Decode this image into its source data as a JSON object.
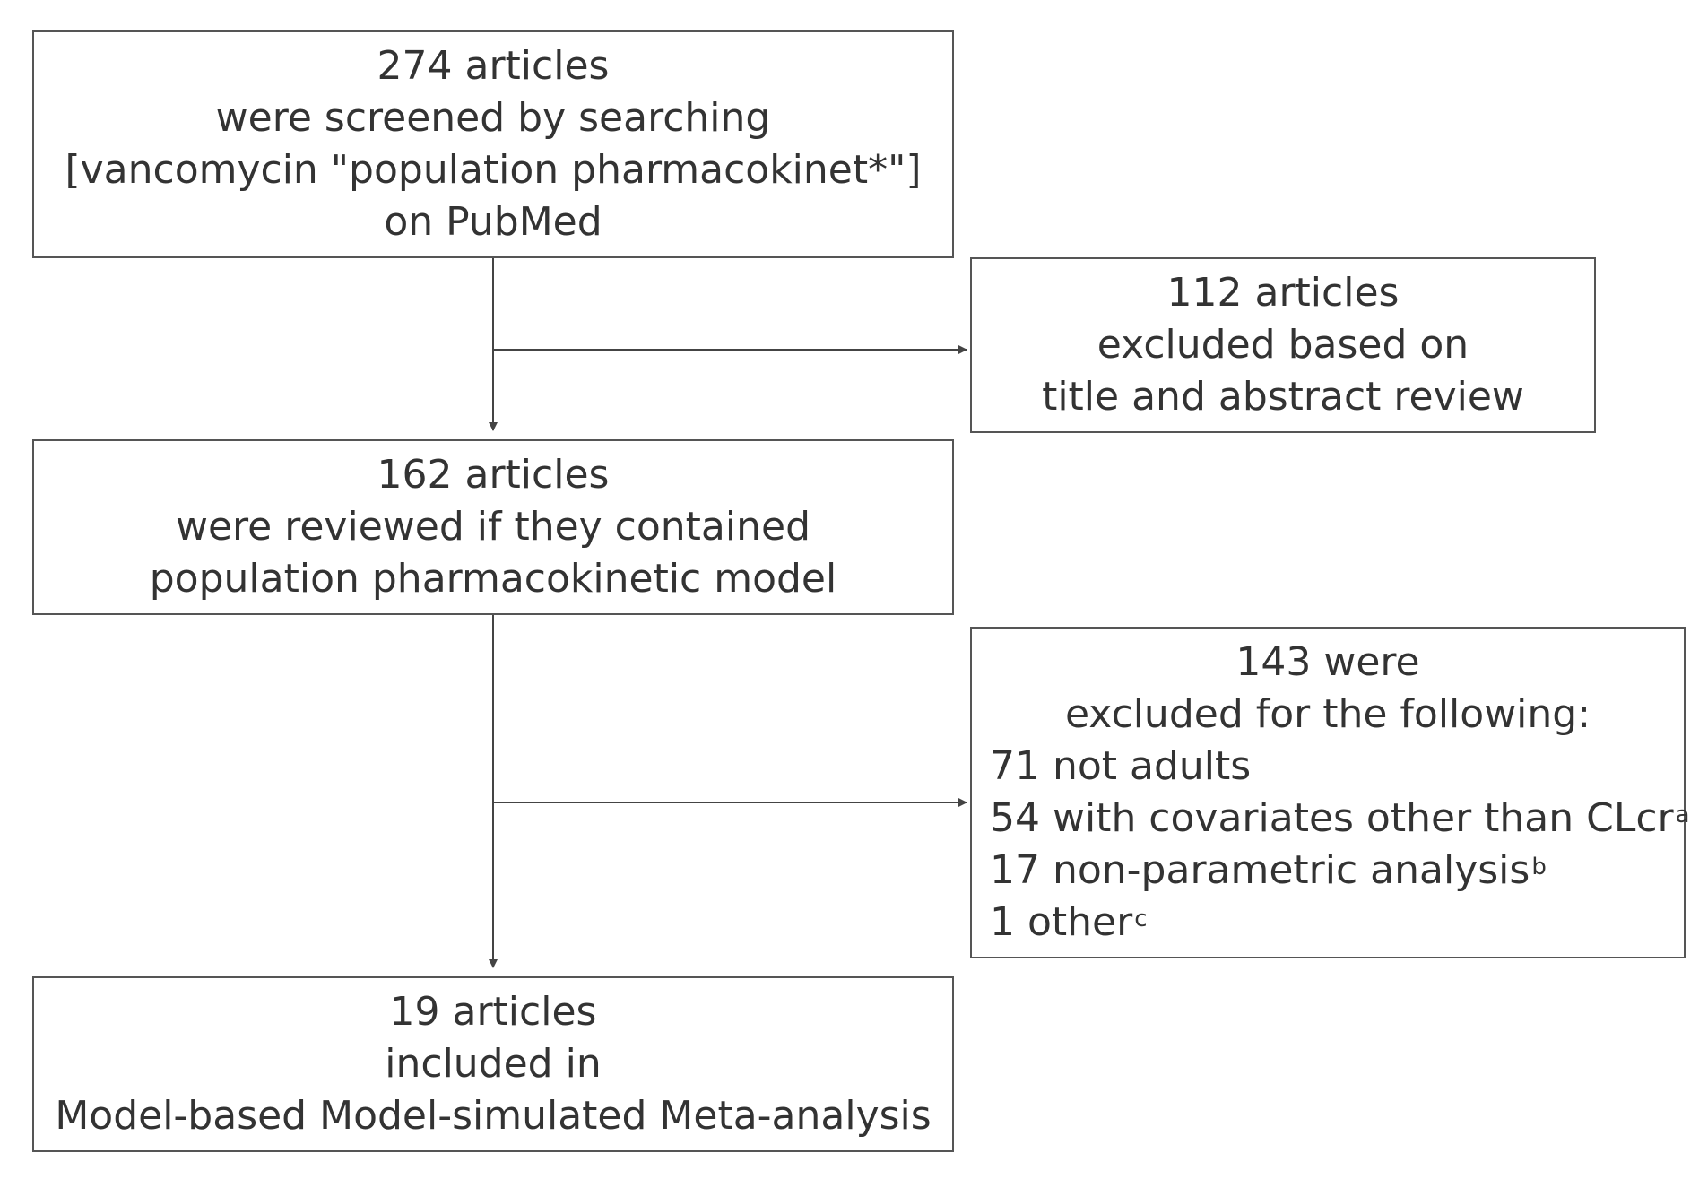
{
  "boxes": {
    "screened": {
      "lines": [
        "274 articles",
        "were screened by searching",
        "[vancomycin \"population pharmacokinet*\"]",
        "on PubMed"
      ]
    },
    "excluded_title": {
      "lines": [
        "112 articles",
        "excluded based on",
        "title and abstract review"
      ]
    },
    "reviewed": {
      "lines": [
        "162 articles",
        "were reviewed if they contained",
        "population pharmacokinetic model"
      ]
    },
    "excluded_reasons": {
      "header": [
        "143 were",
        "excluded for the following:"
      ],
      "reasons": [
        {
          "text": "71 not adults",
          "sup": ""
        },
        {
          "text": "54 with covariates other than CLcr",
          "sup": "a"
        },
        {
          "text": "17 non-parametric analysis",
          "sup": "b"
        },
        {
          "text": "1 other",
          "sup": "c"
        }
      ]
    },
    "included": {
      "lines": [
        "19 articles",
        "included in",
        "Model-based Model-simulated Meta-analysis"
      ]
    }
  },
  "colors": {
    "border": "#555555",
    "text": "#333333",
    "arrow": "#444444"
  }
}
